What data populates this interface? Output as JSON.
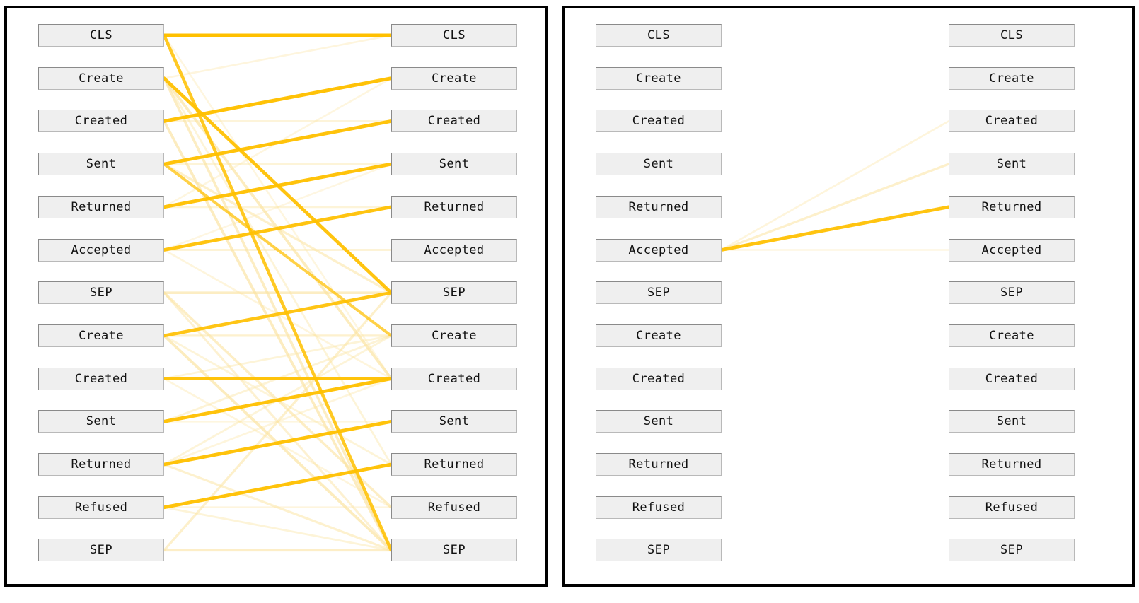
{
  "figure": {
    "type": "bipartite-attention-graph",
    "panel_count": 2,
    "edge_color_strong": "#FFC000",
    "edge_color_weak": "#FBE3A0",
    "box_fill": "#EFEFEF",
    "box_border": "#8A8A8A",
    "frame_color": "#000000"
  },
  "tokens": [
    "CLS",
    "Create",
    "Created",
    "Sent",
    "Returned",
    "Accepted",
    "SEP",
    "Create",
    "Created",
    "Sent",
    "Returned",
    "Refused",
    "SEP"
  ],
  "panels": [
    {
      "name": "left-attention-head",
      "left_column": {
        "label": "query-tokens",
        "items": [
          "CLS",
          "Create",
          "Created",
          "Sent",
          "Returned",
          "Accepted",
          "SEP",
          "Create",
          "Created",
          "Sent",
          "Returned",
          "Refused",
          "SEP"
        ]
      },
      "right_column": {
        "label": "key-tokens",
        "items": [
          "CLS",
          "Create",
          "Created",
          "Sent",
          "Returned",
          "Accepted",
          "SEP",
          "Create",
          "Created",
          "Sent",
          "Returned",
          "Refused",
          "SEP"
        ]
      },
      "edges": [
        {
          "from": 0,
          "to": 0,
          "weight": 0.95
        },
        {
          "from": 0,
          "to": 12,
          "weight": 0.8
        },
        {
          "from": 0,
          "to": 8,
          "weight": 0.22
        },
        {
          "from": 1,
          "to": 6,
          "weight": 0.88
        },
        {
          "from": 1,
          "to": 0,
          "weight": 0.24
        },
        {
          "from": 1,
          "to": 8,
          "weight": 0.6
        },
        {
          "from": 1,
          "to": 12,
          "weight": 0.55
        },
        {
          "from": 1,
          "to": 10,
          "weight": 0.3
        },
        {
          "from": 2,
          "to": 1,
          "weight": 0.92
        },
        {
          "from": 2,
          "to": 2,
          "weight": 0.28
        },
        {
          "from": 2,
          "to": 12,
          "weight": 0.58
        },
        {
          "from": 3,
          "to": 3,
          "weight": 0.3
        },
        {
          "from": 3,
          "to": 2,
          "weight": 0.9
        },
        {
          "from": 3,
          "to": 7,
          "weight": 0.65
        },
        {
          "from": 3,
          "to": 6,
          "weight": 0.45
        },
        {
          "from": 4,
          "to": 4,
          "weight": 0.3
        },
        {
          "from": 4,
          "to": 3,
          "weight": 0.9
        },
        {
          "from": 4,
          "to": 1,
          "weight": 0.22
        },
        {
          "from": 5,
          "to": 5,
          "weight": 0.32
        },
        {
          "from": 5,
          "to": 4,
          "weight": 0.88
        },
        {
          "from": 5,
          "to": 8,
          "weight": 0.25
        },
        {
          "from": 5,
          "to": 3,
          "weight": 0.2
        },
        {
          "from": 6,
          "to": 6,
          "weight": 0.55
        },
        {
          "from": 6,
          "to": 11,
          "weight": 0.52
        },
        {
          "from": 6,
          "to": 12,
          "weight": 0.38
        },
        {
          "from": 7,
          "to": 6,
          "weight": 0.86
        },
        {
          "from": 7,
          "to": 7,
          "weight": 0.42
        },
        {
          "from": 7,
          "to": 12,
          "weight": 0.6
        },
        {
          "from": 7,
          "to": 10,
          "weight": 0.3
        },
        {
          "from": 8,
          "to": 8,
          "weight": 0.9
        },
        {
          "from": 8,
          "to": 7,
          "weight": 0.3
        },
        {
          "from": 8,
          "to": 11,
          "weight": 0.25
        },
        {
          "from": 9,
          "to": 8,
          "weight": 0.9
        },
        {
          "from": 9,
          "to": 9,
          "weight": 0.22
        },
        {
          "from": 9,
          "to": 7,
          "weight": 0.32
        },
        {
          "from": 10,
          "to": 9,
          "weight": 0.9
        },
        {
          "from": 10,
          "to": 7,
          "weight": 0.3
        },
        {
          "from": 10,
          "to": 8,
          "weight": 0.26
        },
        {
          "from": 10,
          "to": 12,
          "weight": 0.42
        },
        {
          "from": 11,
          "to": 10,
          "weight": 0.9
        },
        {
          "from": 11,
          "to": 11,
          "weight": 0.24
        },
        {
          "from": 11,
          "to": 12,
          "weight": 0.3
        },
        {
          "from": 12,
          "to": 12,
          "weight": 0.5
        },
        {
          "from": 12,
          "to": 6,
          "weight": 0.45
        }
      ]
    },
    {
      "name": "right-attention-head",
      "left_column": {
        "label": "query-tokens",
        "items": [
          "CLS",
          "Create",
          "Created",
          "Sent",
          "Returned",
          "Accepted",
          "SEP",
          "Create",
          "Created",
          "Sent",
          "Returned",
          "Refused",
          "SEP"
        ]
      },
      "right_column": {
        "label": "key-tokens",
        "items": [
          "CLS",
          "Create",
          "Created",
          "Sent",
          "Returned",
          "Accepted",
          "SEP",
          "Create",
          "Created",
          "Sent",
          "Returned",
          "Refused",
          "SEP"
        ]
      },
      "edges": [
        {
          "from": 5,
          "to": 2,
          "weight": 0.25
        },
        {
          "from": 5,
          "to": 3,
          "weight": 0.45
        },
        {
          "from": 5,
          "to": 4,
          "weight": 0.88
        },
        {
          "from": 5,
          "to": 5,
          "weight": 0.2
        }
      ]
    }
  ]
}
